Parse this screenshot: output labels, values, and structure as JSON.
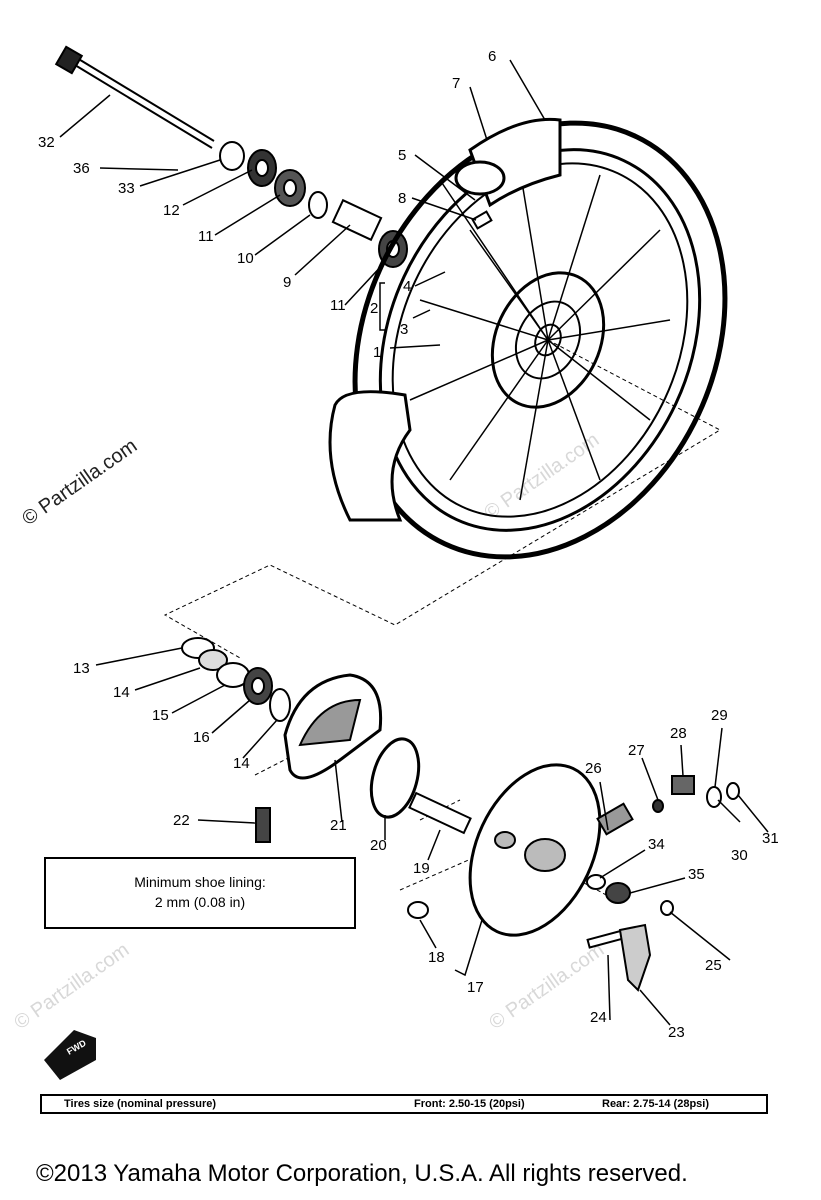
{
  "callouts": {
    "c1": "1",
    "c2": "2",
    "c3": "3",
    "c4": "4",
    "c5": "5",
    "c6": "6",
    "c7": "7",
    "c8": "8",
    "c9": "9",
    "c10": "10",
    "c11a": "11",
    "c11b": "11",
    "c12": "12",
    "c13": "13",
    "c14a": "14",
    "c14b": "14",
    "c15": "15",
    "c16": "16",
    "c17": "17",
    "c18": "18",
    "c19": "19",
    "c20": "20",
    "c21": "21",
    "c22": "22",
    "c23": "23",
    "c24": "24",
    "c25": "25",
    "c26": "26",
    "c27": "27",
    "c28": "28",
    "c29": "29",
    "c30": "30",
    "c31": "31",
    "c32": "32",
    "c33": "33",
    "c34": "34",
    "c35": "35",
    "c36": "36"
  },
  "note": {
    "line1": "Minimum shoe lining:",
    "line2": "2 mm (0.08 in)"
  },
  "tire_size": {
    "label": "Tires size (nominal pressure)",
    "front": "Front:  2.50-15 (20psi)",
    "rear": "Rear:  2.75-14 (28psi)"
  },
  "fwd_label": "FWD",
  "watermark": "© Partzilla.com",
  "copyright": "©2013  Yamaha Motor Corporation, U.S.A. All rights reserved."
}
